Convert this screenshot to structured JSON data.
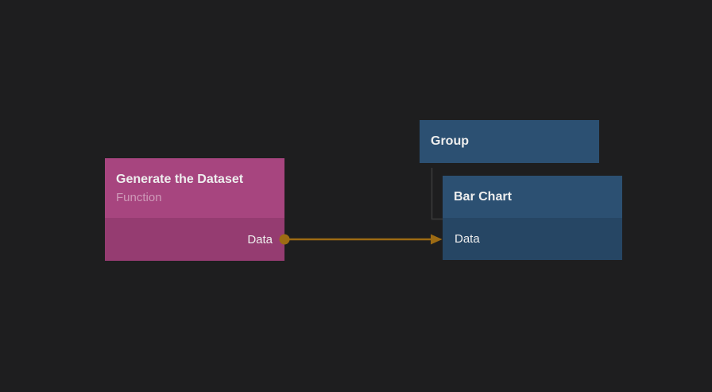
{
  "canvas": {
    "background": "#1e1e1f"
  },
  "nodes": [
    {
      "id": "generate-the-dataset",
      "title": "Generate the Dataset",
      "subtitle": "Function",
      "colors": {
        "header": "#a7457f",
        "body": "#953c71"
      },
      "outputs": [
        {
          "label": "Data"
        }
      ]
    },
    {
      "id": "group",
      "title": "Group",
      "colors": {
        "header": "#2c5072"
      }
    },
    {
      "id": "bar-chart",
      "title": "Bar Chart",
      "colors": {
        "header": "#2c5072",
        "body": "#264664"
      },
      "inputs": [
        {
          "label": "Data"
        }
      ]
    }
  ],
  "connections": [
    {
      "from_node": "generate-the-dataset",
      "from_port": "Data",
      "to_node": "bar-chart",
      "to_port": "Data",
      "color": "#9d6b13"
    }
  ],
  "hierarchy": {
    "parent": "group",
    "child": "bar-chart",
    "line_color": "#3a3a3a"
  }
}
